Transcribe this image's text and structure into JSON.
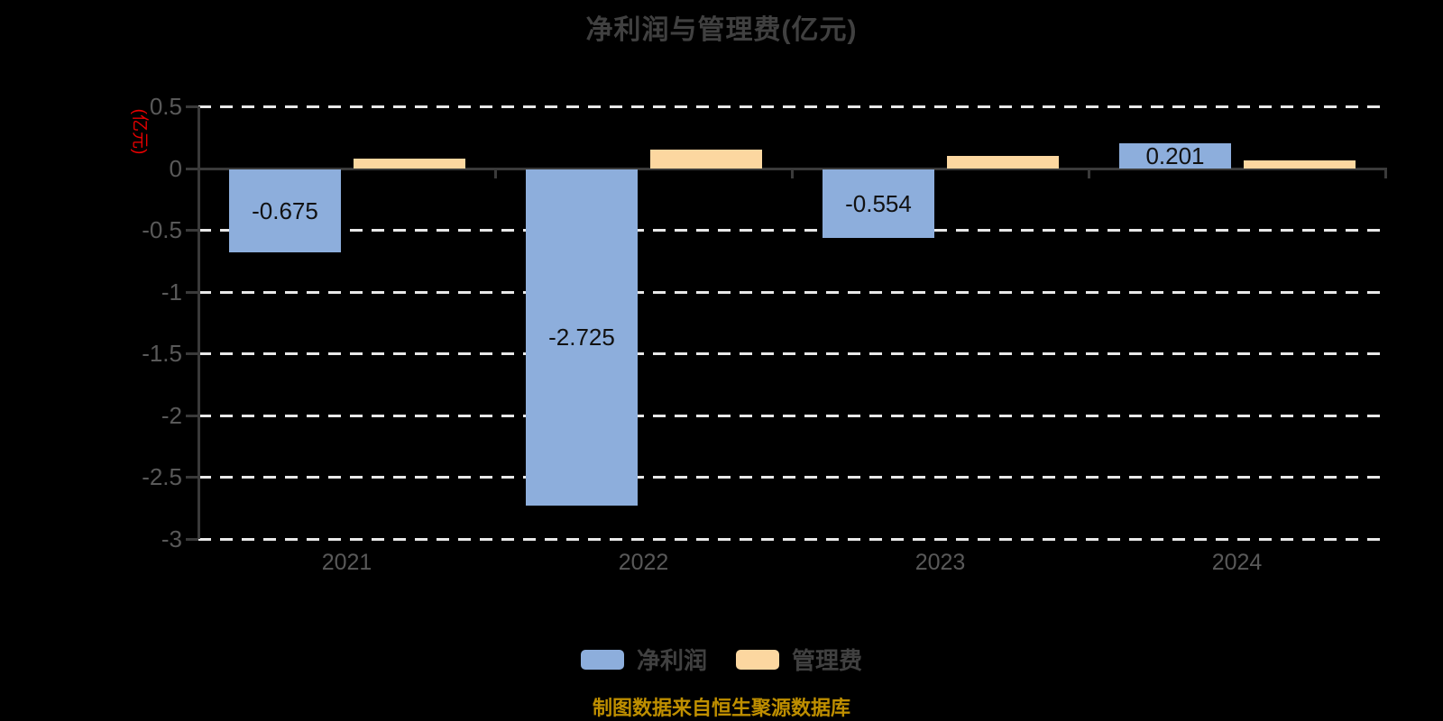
{
  "title": "净利润与管理费(亿元)",
  "y_axis_unit": "(亿元)",
  "footer_note": "制图数据来自恒生聚源数据库",
  "colors": {
    "background": "#000000",
    "title_text": "#404040",
    "axis_text": "#595959",
    "axis_line": "#3a3a3a",
    "grid_dash": "#e8e8e8",
    "unit_label_red": "#e60000",
    "net_profit_blue": "#8DAEDC",
    "mgmt_fee_orange": "#FCD7A0",
    "footer_gold": "#BF8F00",
    "bar_value_text": "#111111"
  },
  "legend": {
    "items": [
      {
        "label": "净利润",
        "color": "#8DAEDC"
      },
      {
        "label": "管理费",
        "color": "#FCD7A0"
      }
    ]
  },
  "chart_data": {
    "type": "bar",
    "title": "净利润与管理费(亿元)",
    "ylabel": "(亿元)",
    "categories": [
      "2021",
      "2022",
      "2023",
      "2024"
    ],
    "series": [
      {
        "name": "净利润",
        "color": "#8DAEDC",
        "values": [
          -0.675,
          -2.725,
          -0.554,
          0.201
        ],
        "data_labels": [
          "-0.675",
          "-2.725",
          "-0.554",
          "0.201"
        ]
      },
      {
        "name": "管理费",
        "color": "#FCD7A0",
        "values": [
          0.08,
          0.15,
          0.1,
          0.065
        ],
        "data_labels": [
          "",
          "",
          "",
          ""
        ]
      }
    ],
    "ylim": [
      -3,
      0.5
    ],
    "y_ticks": [
      0.5,
      0,
      -0.5,
      -1,
      -1.5,
      -2,
      -2.5,
      -3
    ],
    "grid": "horizontal-dashed",
    "zero_line": "solid",
    "legend_position": "bottom"
  }
}
